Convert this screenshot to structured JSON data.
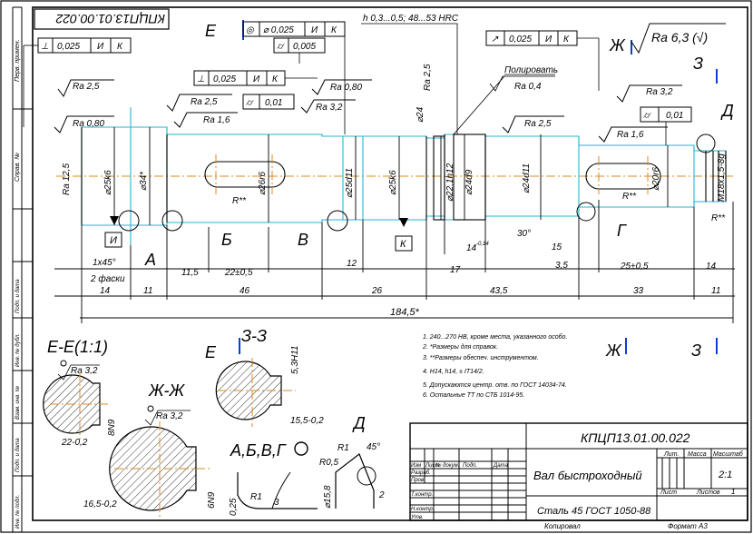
{
  "drawing": {
    "designation": "КПЦП13.01.00.022",
    "designation_stamp": "КПЦП13.01.00.022",
    "part_name": "Вал быстроходный",
    "material": "Сталь 45 ГОСТ 1050-88",
    "scale": "2:1",
    "sheet_label": "Лист",
    "sheets_label": "Листов",
    "sheets_value": "1",
    "copied": "Копировал",
    "format": "Формат   А3",
    "col_lit": "Лит.",
    "col_mass": "Масса",
    "col_scale": "Масштаб",
    "row_labels": [
      "Изм",
      "Лист",
      "№ докум.",
      "Подп.",
      "Дата"
    ],
    "sign_labels": [
      "Разраб.",
      "Пров.",
      "Т.контр.",
      "Н.контр.",
      "Утв."
    ]
  },
  "left_margin": [
    "Перв. примен.",
    "Справ. №",
    "Подп. и дата",
    "Инв. № дубл.",
    "Взам. инв. №",
    "Подп. и дата",
    "Инв. № подл."
  ],
  "roughness_general": "Ra 6,3 (√)",
  "hardness_note": "h 0,3...0,5; 48...53 HRC",
  "polish_note": "Полировать",
  "polish_ra": "Ra 0,4",
  "tolerance_frames": [
    {
      "sym": "⊥",
      "val": "0,025",
      "base": [
        "И",
        "К"
      ]
    },
    {
      "sym": "◎",
      "val": "⌀ 0,025",
      "base": [
        "И",
        "К"
      ]
    },
    {
      "sym": "⌭",
      "val": "0,005",
      "base": []
    },
    {
      "sym": "⊥",
      "val": "0,025",
      "base": [
        "И",
        "К"
      ]
    },
    {
      "sym": "⌭",
      "val": "0,01",
      "base": []
    },
    {
      "sym": "↗",
      "val": "0,025",
      "base": [
        "И",
        "К"
      ]
    },
    {
      "sym": "⌭",
      "val": "0,01",
      "base": []
    }
  ],
  "roughness_marks": [
    "Ra 2,5",
    "Ra 0,80",
    "Ra 2,5",
    "Ra 1,6",
    "Ra 0,80",
    "Ra 3,2",
    "Ra 2,5",
    "Ra 2,5",
    "Ra 3,2",
    "Ra 1,6",
    "Ra 12,5",
    "Ra 3,2",
    "Ra 3,2"
  ],
  "diameters": [
    "⌀25k6",
    "⌀34*",
    "⌀26r6",
    "⌀25d11",
    "⌀25k6",
    "⌀24",
    "⌀22,1h12",
    "⌀24d9",
    "⌀24d11",
    "⌀20r6",
    "M18x1,5-8g"
  ],
  "datum_letters": [
    "И",
    "К"
  ],
  "section_letters": [
    "Е",
    "Ж",
    "З",
    "Д",
    "А",
    "Б",
    "В",
    "Г"
  ],
  "dimensions": [
    "1x45°",
    "2 фаски",
    "14",
    "11",
    "11,5",
    "22±0,5",
    "46",
    "12",
    "26",
    "17",
    "14",
    "-0,14",
    "43,5",
    "15",
    "3,5",
    "25±0,5",
    "33",
    "14",
    "11",
    "184,5*",
    "30°",
    "R**",
    "R**",
    "R**"
  ],
  "notes": [
    "1. 240...270 НВ, кроме места, указанного особо.",
    "2. *Размеры для справок.",
    "3. **Размеры обеспеч. инструментом.",
    "4. H14, h14, ± IT14/2.",
    "5. Допускаются центр. отв. по ГОСТ 14034-74.",
    "6. Остальные ТТ по СТБ 1014-95."
  ],
  "sections": {
    "ee": {
      "title": "Е-Е(1:1)",
      "ra": "Ra 3,2",
      "dim_w": "22-0,2",
      "dim_key": "8N9"
    },
    "zhzh": {
      "title": "Ж-Ж",
      "ra": "Ra 3,2",
      "dim_w": "16,5-0,2",
      "dim_key": "6N9"
    },
    "zz": {
      "title": "З-З",
      "dim_h": "5,3H11",
      "dim_w": "15,5-0,2"
    },
    "view_abvg": {
      "title": "А,Б,В,Г",
      "r1": "R1",
      "d1": "0,25",
      "d2": "3"
    },
    "view_d": {
      "title": "Д",
      "r1": "R1",
      "r2": "R0,5",
      "ang": "45°",
      "dia": "⌀15,8",
      "d": "2"
    }
  }
}
